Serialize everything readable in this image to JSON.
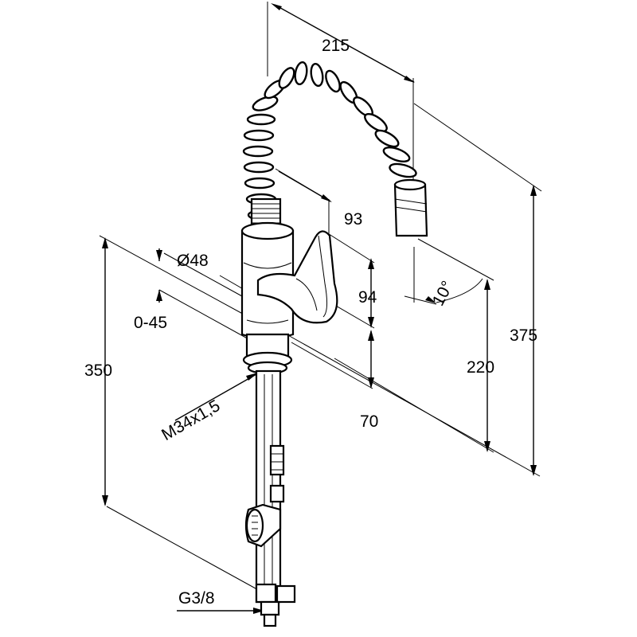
{
  "drawing": {
    "labels": {
      "width_215": "215",
      "depth_93": "93",
      "dia_48": "Ø48",
      "range_0_45": "0-45",
      "handle_94": "94",
      "angle_10": "10°",
      "height_375": "375",
      "height_220": "220",
      "height_350": "350",
      "thread_m34": "M34x1,5",
      "base_70": "70",
      "connection_g38": "G3/8"
    },
    "colors": {
      "line": "#000000",
      "background": "#ffffff"
    }
  }
}
